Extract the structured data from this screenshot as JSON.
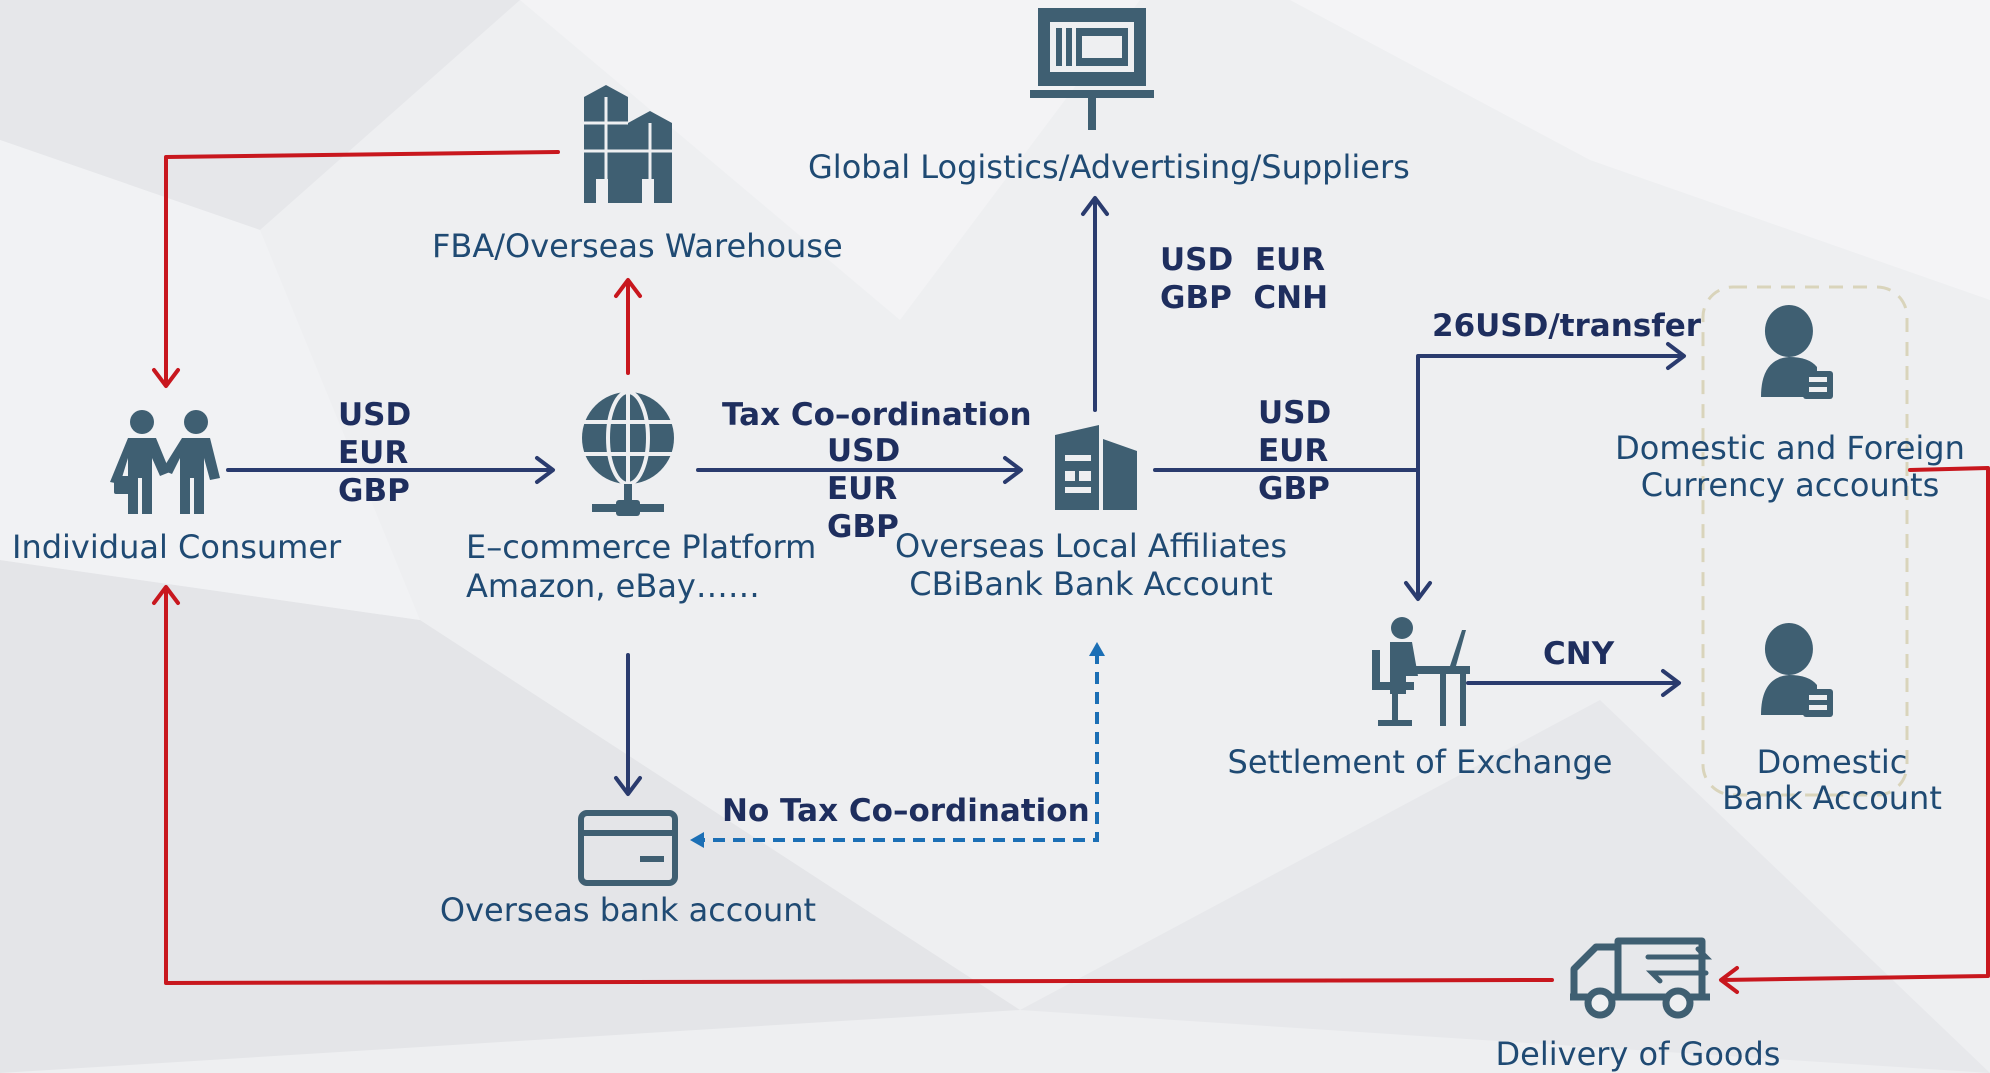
{
  "colors": {
    "navy": "#2a3b6e",
    "red": "#c8171e",
    "blue_dashed": "#1b6fb5",
    "icon": "#3f5f72",
    "dashed_box": "#d9d4bb"
  },
  "nodes": {
    "consumer": {
      "label": "Individual Consumer",
      "icon": "people-icon"
    },
    "warehouse": {
      "label": "FBA/Overseas Warehouse",
      "icon": "warehouse-icon"
    },
    "platform": {
      "line1": "E–commerce Platform",
      "line2": "Amazon, eBay……",
      "icon": "globe-icon"
    },
    "logistics": {
      "label": "Global Logistics/Advertising/Suppliers",
      "icon": "billboard-icon"
    },
    "affiliates": {
      "line1": "Overseas Local Affiliates",
      "line2": "CBiBank Bank Account",
      "icon": "building-icon"
    },
    "bank_overseas": {
      "label": "Overseas bank account",
      "icon": "card-icon"
    },
    "settlement": {
      "label": "Settlement of Exchange",
      "icon": "desk-worker-icon"
    },
    "currency_accounts": {
      "line1": "Domestic and Foreign",
      "line2": "Currency accounts",
      "icon": "person-icon"
    },
    "domestic_bank": {
      "line1": "Domestic",
      "line2": "Bank Account",
      "icon": "person-icon"
    },
    "delivery": {
      "label": "Delivery of Goods",
      "icon": "truck-icon"
    }
  },
  "edges": {
    "consumer_platform": {
      "currencies": [
        "USD",
        "EUR",
        "GBP"
      ]
    },
    "platform_affiliates": {
      "title": "Tax Co–ordination",
      "currencies": [
        "USD",
        "EUR",
        "GBP"
      ]
    },
    "affiliates_logistics": {
      "currencies": [
        "USD  EUR",
        "GBP  CNH"
      ]
    },
    "affiliates_split": {
      "currencies": [
        "USD",
        "EUR",
        "GBP"
      ]
    },
    "transfer_fee": "26USD/transfer",
    "settlement_domestic": "CNY",
    "no_tax": "No Tax Co–ordination"
  }
}
